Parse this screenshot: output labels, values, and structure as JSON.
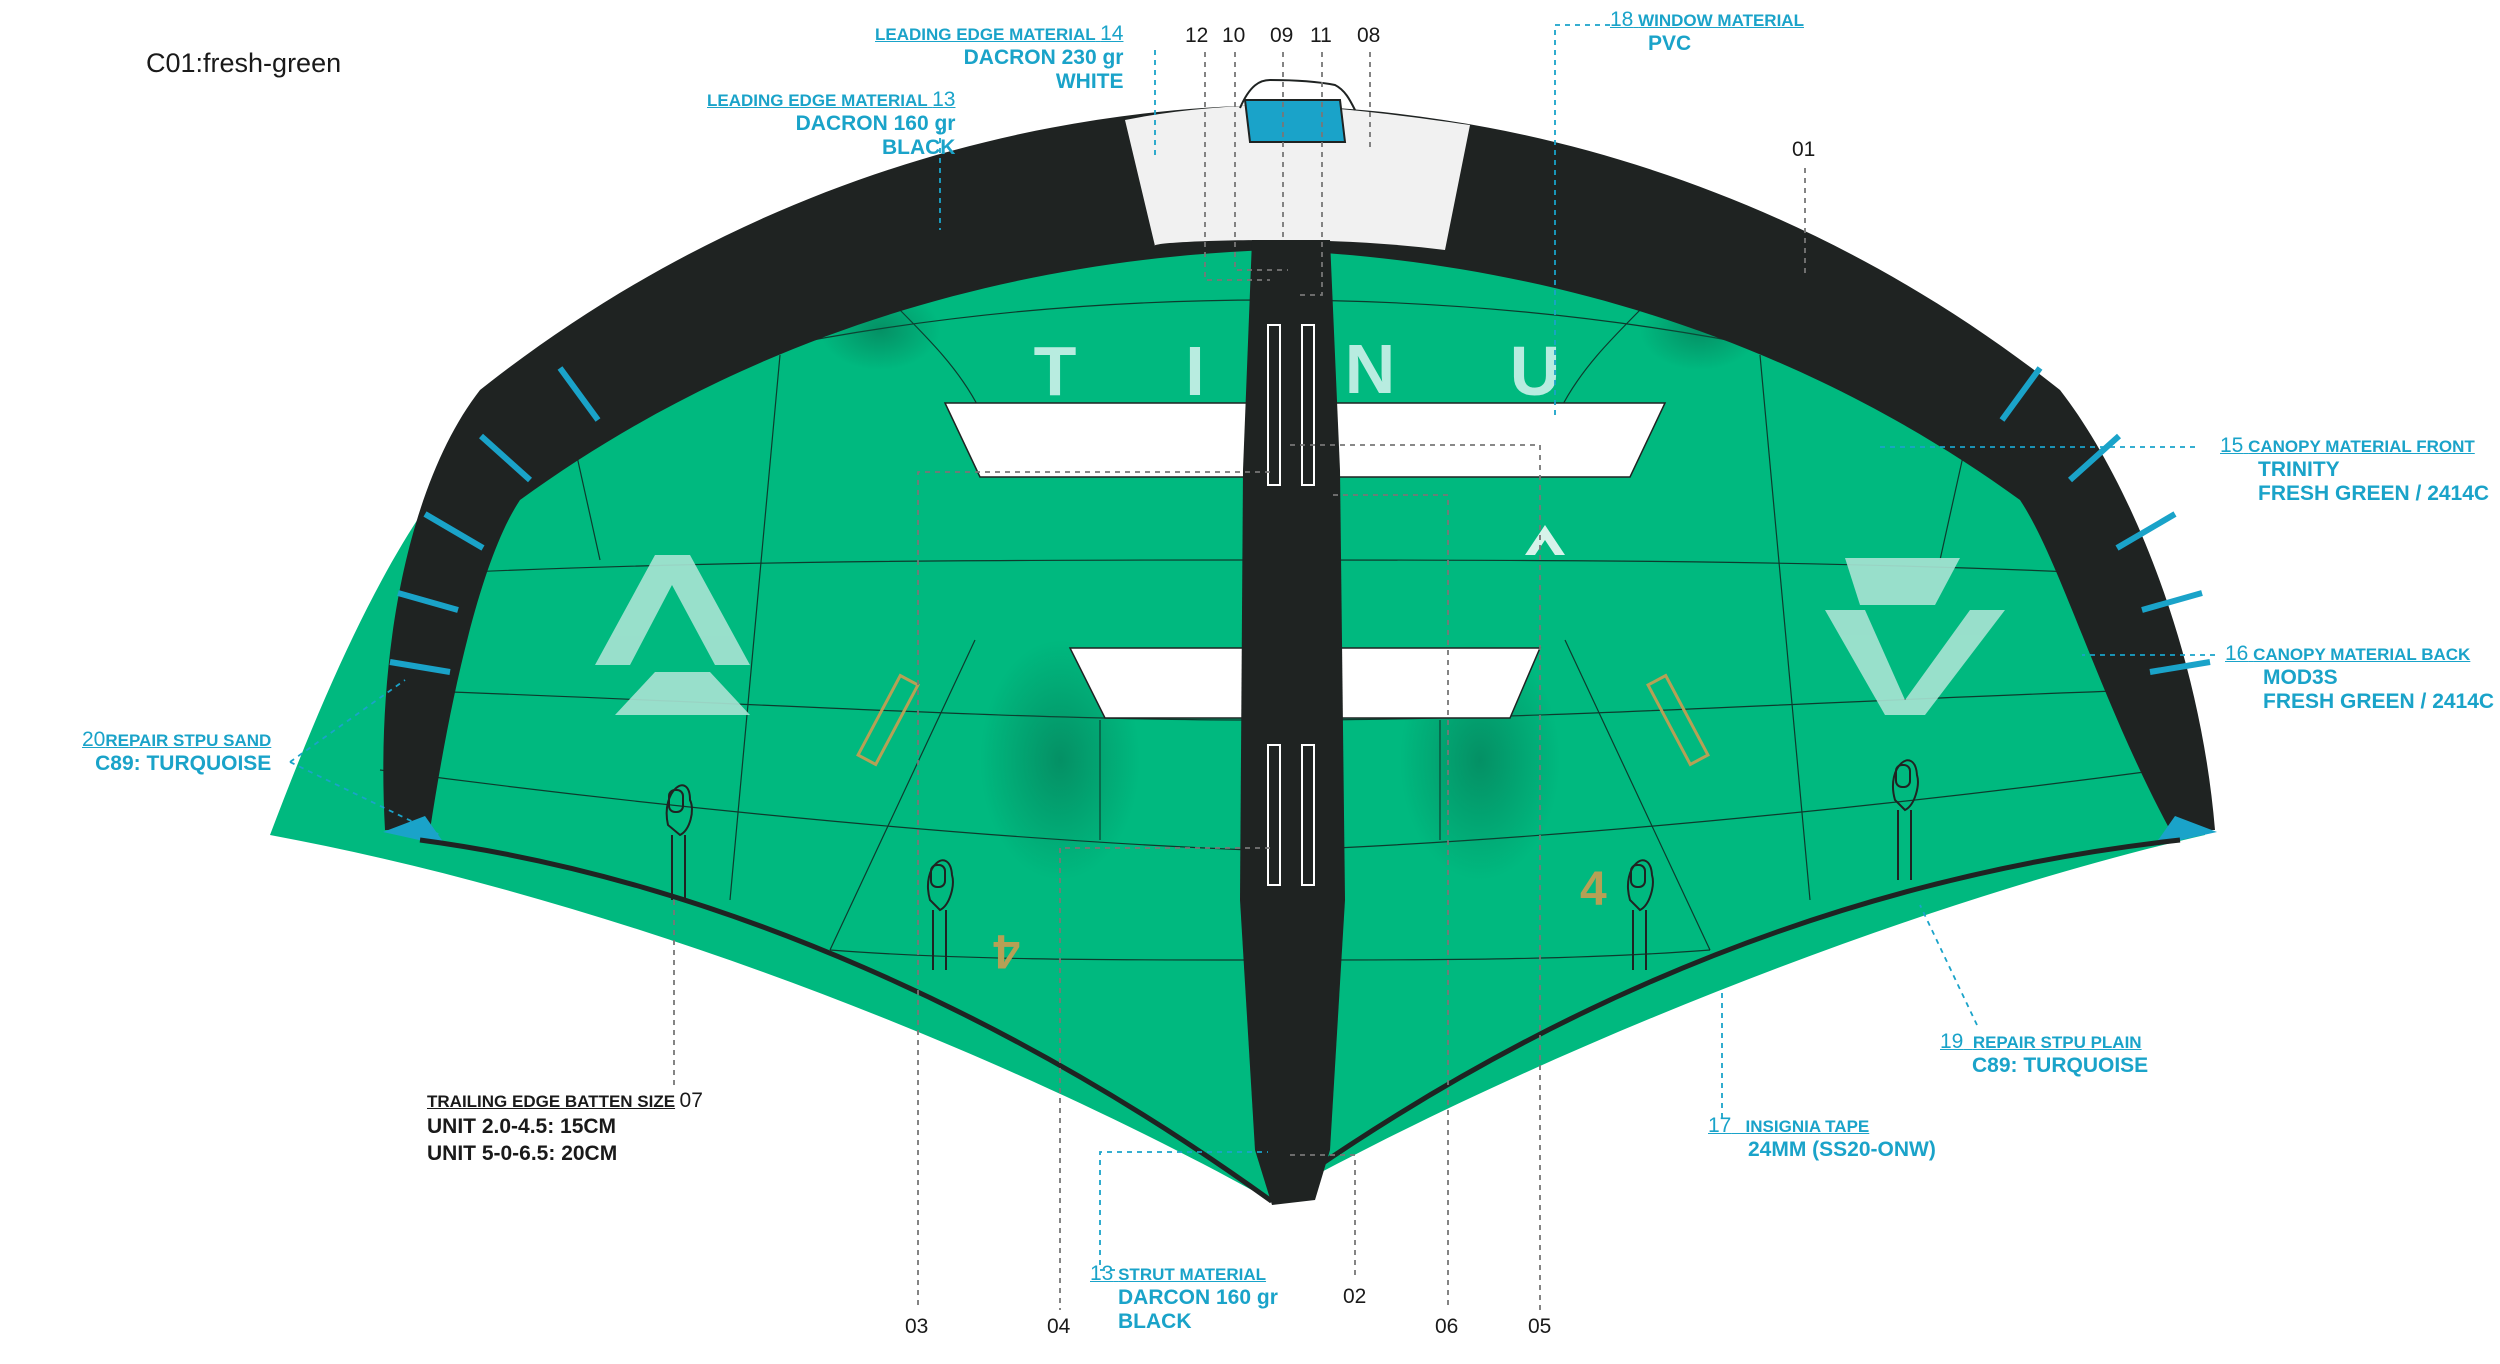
{
  "title": "C01:fresh-green",
  "colors": {
    "canopy": "#00b97f",
    "leading_edge": "#1f2322",
    "turquoise": "#1aa3c9",
    "window": "#ffffff",
    "insignia": "#b6a055"
  },
  "canopy_letters": [
    "T",
    "I",
    "N",
    "U"
  ],
  "labels": {
    "l14": {
      "num": "14",
      "title": "LEADING EDGE MATERIAL",
      "lines": [
        "DACRON  230 gr",
        "WHITE"
      ]
    },
    "l13a": {
      "num": "13",
      "title": "LEADING EDGE MATERIAL",
      "lines": [
        "DACRON  160 gr",
        "BLACK"
      ]
    },
    "l18": {
      "num": "18",
      "title": "WINDOW MATERIAL",
      "lines": [
        "PVC"
      ]
    },
    "l15": {
      "num": "15",
      "title": "CANOPY MATERIAL FRONT",
      "lines": [
        "TRINITY",
        "FRESH GREEN / 2414C"
      ]
    },
    "l16": {
      "num": "16",
      "title": "CANOPY MATERIAL BACK",
      "lines": [
        "MOD3S",
        "FRESH GREEN / 2414C"
      ]
    },
    "l20": {
      "num": "20",
      "title": "REPAIR STPU SAND",
      "lines": [
        "C89: TURQUOISE"
      ]
    },
    "l19": {
      "num": "19",
      "title": "REPAIR STPU PLAIN",
      "lines": [
        "C89: TURQUOISE"
      ]
    },
    "l17": {
      "num": "17",
      "title": "INSIGNIA TAPE",
      "lines": [
        "24MM (SS20-ONW)"
      ]
    },
    "l13b": {
      "num": "13",
      "title": "STRUT MATERIAL",
      "lines": [
        "DARCON 160 gr",
        "BLACK"
      ]
    }
  },
  "batten": {
    "title": "TRAILING EDGE BATTEN SIZE",
    "num": "07",
    "lines": [
      "UNIT 2.0-4.5: 15CM",
      "UNIT 5-0-6.5: 20CM"
    ]
  },
  "part_numbers": {
    "n12": "12",
    "n10": "10",
    "n09": "09",
    "n11": "11",
    "n08": "08",
    "n01": "01",
    "n03": "03",
    "n04": "04",
    "n02": "02",
    "n06": "06",
    "n05": "05"
  }
}
